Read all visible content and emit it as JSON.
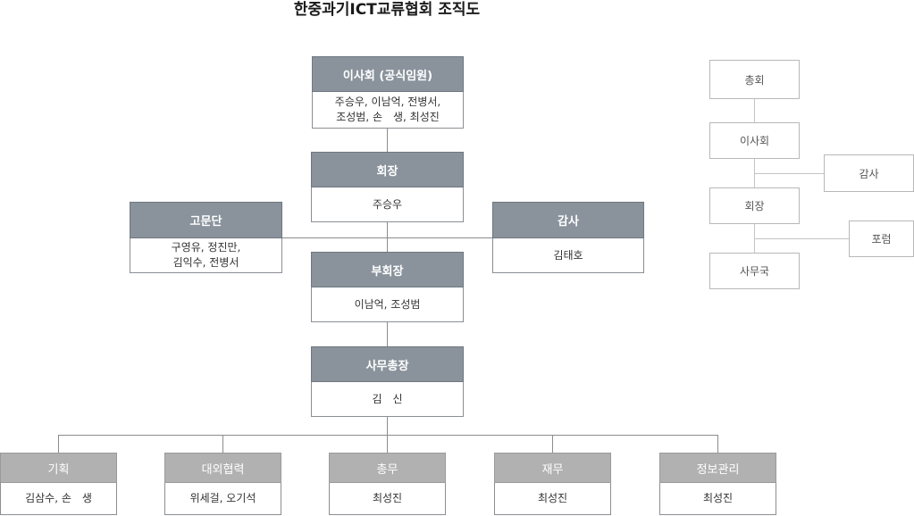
{
  "title": "한중과기ICT교류협회 조직도",
  "main": {
    "board": {
      "label": "이사회 (공식임원)",
      "members_line1": "주승우, 이남억, 전병서,",
      "members_line2": "조성범, 손　생, 최성진"
    },
    "president": {
      "label": "회장",
      "members": "주승우"
    },
    "advisors": {
      "label": "고문단",
      "members_line1": "구영유, 정진만,",
      "members_line2": "김익수, 전병서"
    },
    "auditor": {
      "label": "감사",
      "members": "김태호"
    },
    "vice_president": {
      "label": "부회장",
      "members": "이남억, 조성범"
    },
    "secretary_general": {
      "label": "사무총장",
      "members": "김　신"
    },
    "departments": [
      {
        "label": "기획",
        "members": "김삼수, 손　생"
      },
      {
        "label": "대외협력",
        "members": "위세걸, 오기석"
      },
      {
        "label": "총무",
        "members": "최성진"
      },
      {
        "label": "재무",
        "members": "최성진"
      },
      {
        "label": "정보관리",
        "members": "최성진"
      }
    ]
  },
  "summary": {
    "general_assembly": "총회",
    "board": "이사회",
    "auditor": "감사",
    "president": "회장",
    "forum": "포럼",
    "secretariat": "사무국"
  },
  "colors": {
    "header": "#8a939c",
    "dept_header": "#b1b1b1",
    "border": "#8a8f94"
  }
}
